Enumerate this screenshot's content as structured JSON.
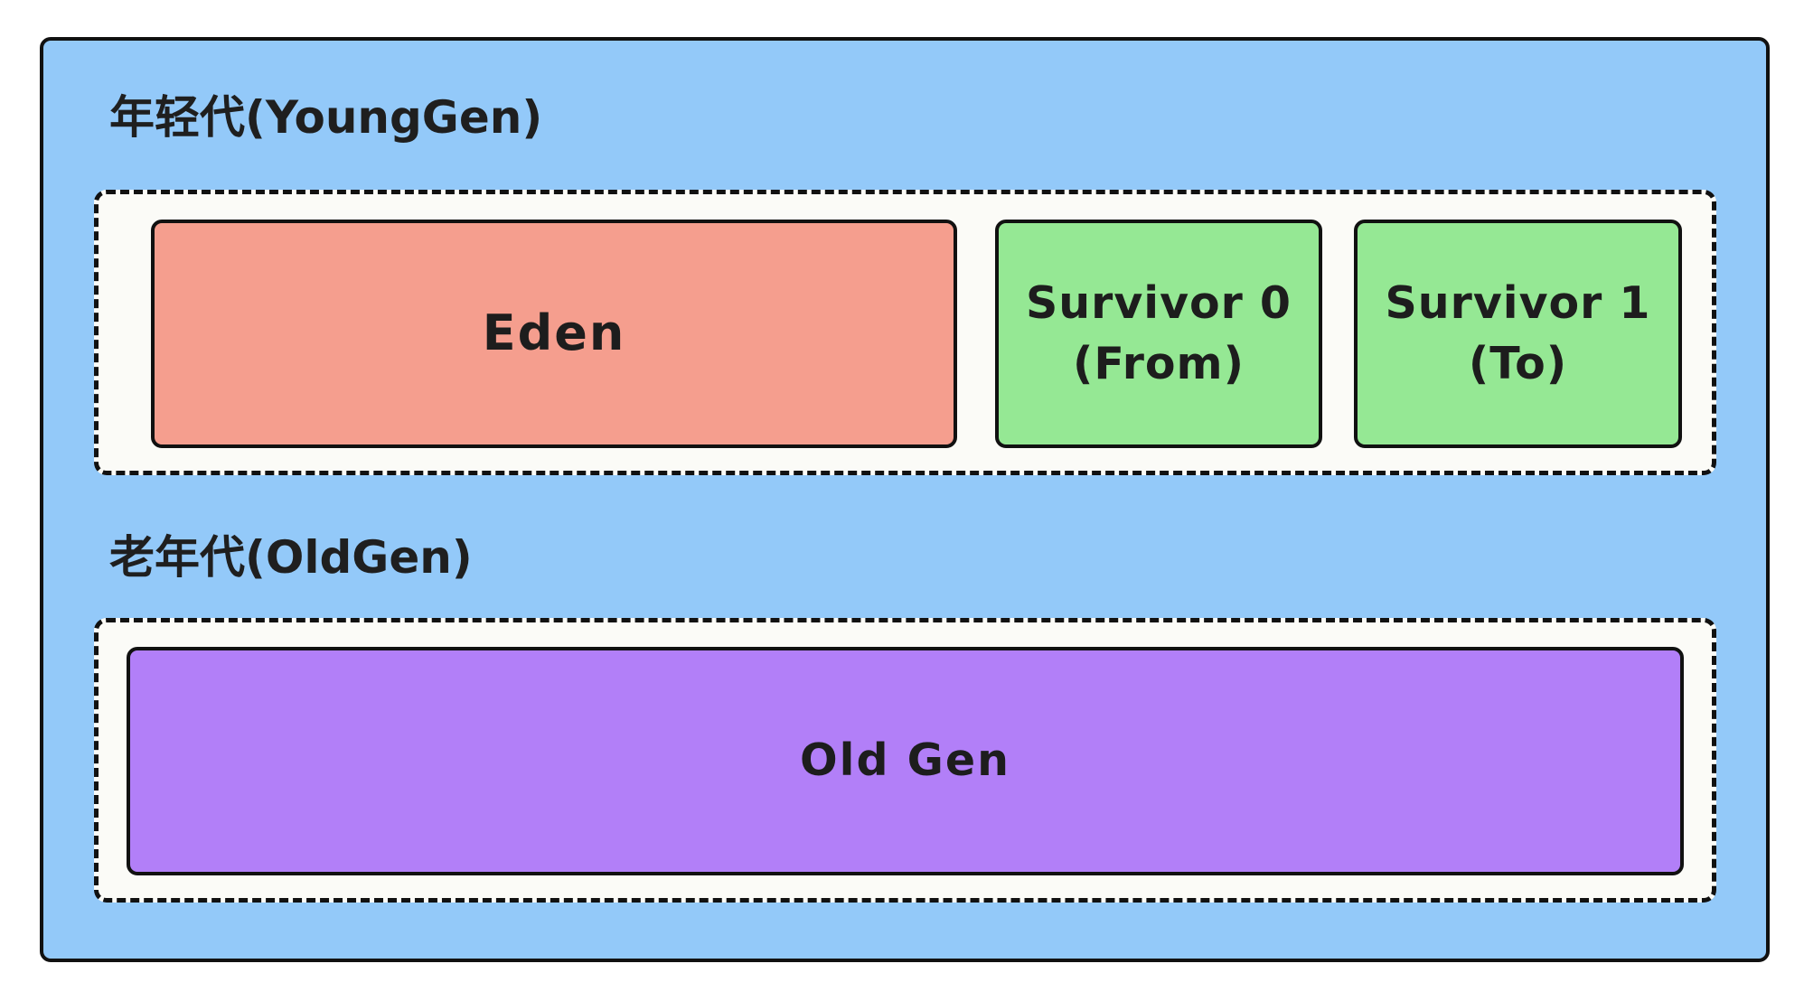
{
  "diagram": {
    "young_generation": {
      "title": "年轻代(YoungGen)",
      "spaces": {
        "eden": "Eden",
        "survivor_0": "Survivor 0\n(From)",
        "survivor_1": "Survivor 1\n(To)"
      }
    },
    "old_generation": {
      "title": "老年代(OldGen)",
      "space": "Old Gen"
    }
  },
  "colors": {
    "heap_background": "#93c9f9",
    "region_background": "#fbfbf7",
    "eden": "#f59e8e",
    "survivor": "#95e894",
    "old_gen": "#b27ff8",
    "border": "#111111"
  }
}
